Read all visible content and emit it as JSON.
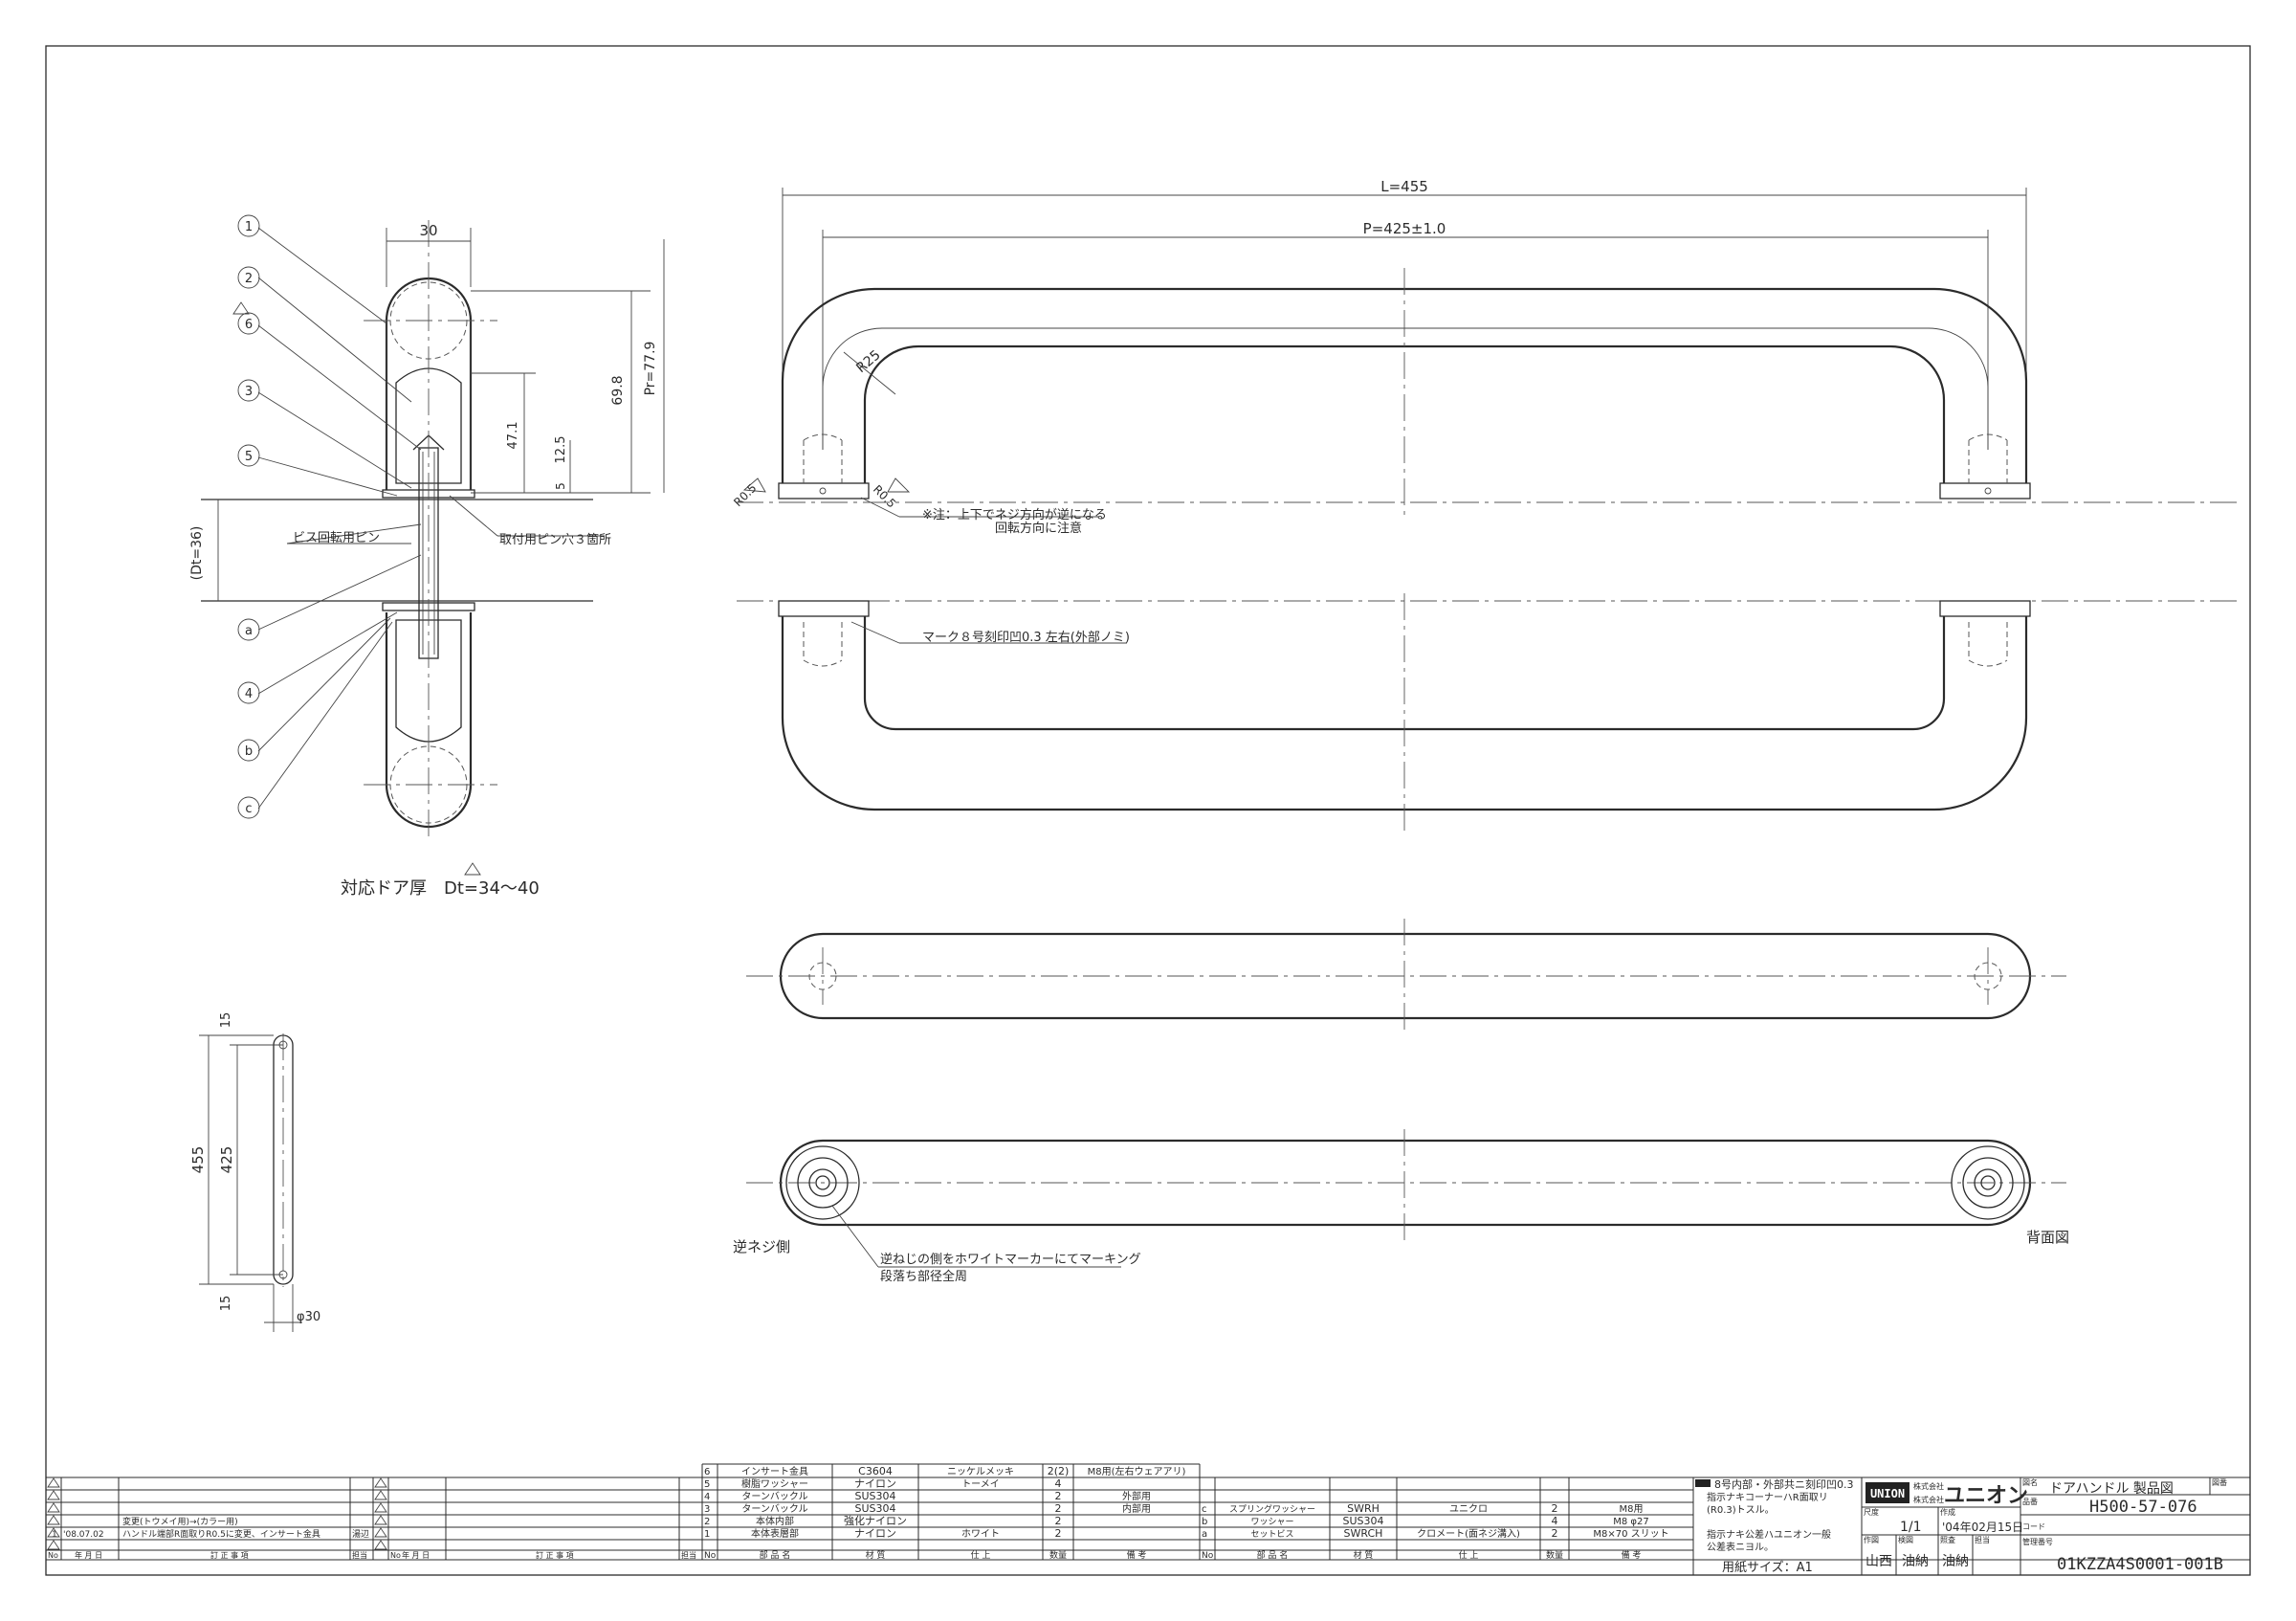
{
  "dimensions": {
    "overall_length": "L=455",
    "pitch": "P=425±1.0",
    "bend_radius": "R25",
    "chamfer_a": "R0.5",
    "chamfer_b": "R0.5",
    "section_width": "30",
    "height_698": "69.8",
    "pr": "Pr=77.9",
    "dim_471": "47.1",
    "dim_125": "12.5",
    "dim_5": "5",
    "door_gap": "(Dt=36)",
    "side_455": "455",
    "side_425": "425",
    "side_15_top": "15",
    "side_15_bottom": "15",
    "side_phi30": "φ30"
  },
  "balloons": [
    "1",
    "2",
    "6",
    "3",
    "5",
    "a",
    "4",
    "b",
    "c"
  ],
  "notes": {
    "screw_pin": "ビス回転用ピン",
    "mount_pin": "取付用ピン穴３箇所",
    "reverse_note_1": "※注：上下でネジ方向が逆になる",
    "reverse_note_2": "回転方向に注意",
    "mark_note": "マーク８号刻印凹0.3 左右(外部ノミ)",
    "door_thickness": "対応ドア厚　Dt=34～40",
    "reverse_side": "逆ネジ側",
    "white_mark_1": "逆ねじの側をホワイトマーカーにてマーキング",
    "white_mark_2": "段落ち部径全周",
    "back_view": "背面図"
  },
  "revisions": [
    {
      "mark": "",
      "date": "",
      "content": ""
    },
    {
      "mark": "",
      "date": "",
      "content": ""
    },
    {
      "mark": "",
      "date": "",
      "content": ""
    },
    {
      "mark": "",
      "date": "",
      "content": "変更(トウメイ用)→(カラー用)"
    },
    {
      "mark": "1",
      "date": "'08.07.02",
      "content": "ハンドル端部R面取りR0.5に変更、インサート金具",
      "by": "湯辺"
    }
  ],
  "revision_headers": [
    "No",
    "年 月 日",
    "訂 正 事 項",
    "担当"
  ],
  "parts_left": [
    {
      "no": "6",
      "name": "インサート金具",
      "material": "C3604",
      "finish": "ニッケルメッキ",
      "qty": "2(2)",
      "remark": "M8用(左右ウェアアリ)"
    },
    {
      "no": "5",
      "name": "樹脂ワッシャー",
      "material": "ナイロン",
      "finish": "トーメイ",
      "qty": "4",
      "remark": ""
    },
    {
      "no": "4",
      "name": "ターンバックル",
      "material": "SUS304",
      "finish": "",
      "qty": "2",
      "remark": "外部用"
    },
    {
      "no": "3",
      "name": "ターンバックル",
      "material": "SUS304",
      "finish": "",
      "qty": "2",
      "remark": "内部用"
    },
    {
      "no": "2",
      "name": "本体内部",
      "material": "強化ナイロン",
      "finish": "",
      "qty": "2",
      "remark": ""
    },
    {
      "no": "1",
      "name": "本体表層部",
      "material": "ナイロン",
      "finish": "ホワイト",
      "qty": "2",
      "remark": ""
    }
  ],
  "parts_right": [
    {
      "no": "c",
      "name": "スプリングワッシャー",
      "material": "SWRH",
      "finish": "ユニクロ",
      "qty": "2",
      "remark": "M8用"
    },
    {
      "no": "b",
      "name": "ワッシャー",
      "material": "SUS304",
      "finish": "",
      "qty": "4",
      "remark": "M8 φ27"
    },
    {
      "no": "a",
      "name": "セットビス",
      "material": "SWRCH",
      "finish": "クロメート(面ネジ溝入)",
      "qty": "2",
      "remark": "M8×70 スリット"
    }
  ],
  "parts_headers": [
    "No",
    "部 品 名",
    "材 質",
    "仕 上",
    "数量",
    "備 考"
  ],
  "title_block": {
    "note_1": "8号内部・外部共ニ刻印凹0.3",
    "note_2": "指示ナキコーナーハR面取リ",
    "note_3": "(R0.3)トスル。",
    "note_4": "指示ナキ公差ハユニオン一般",
    "note_5": "公差表ニヨル。",
    "paper": "用紙サイズ：A1",
    "brand_logo": "UNION",
    "brand_small": "株式会社",
    "brand_name": "ユニオン",
    "scale_label": "尺度",
    "scale": "1/1",
    "made_label": "作成",
    "date": "'04年02月15日",
    "code_label": "コード",
    "drawn_label": "作図",
    "check_label": "検図",
    "approve_label": "照査",
    "charge_label": "担当",
    "drawn": "山西",
    "check": "油納",
    "approve": "油納",
    "title_label": "図名",
    "title": "ドアハンドル 製品図",
    "no_label": "図番",
    "product_label": "品番",
    "product_no": "H500-57-076",
    "mgmt_label": "管理番号",
    "mgmt_no": "01KZZA4S0001-001B"
  }
}
